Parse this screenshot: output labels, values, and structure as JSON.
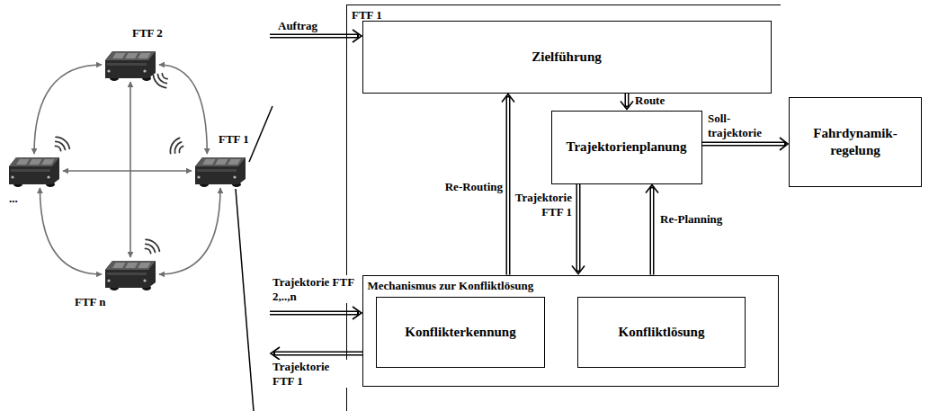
{
  "diagram": {
    "nodes": [
      {
        "text": [
          "FTF 2"
        ]
      },
      {
        "text": [
          "..."
        ]
      },
      {
        "text": [
          "FTF 1"
        ]
      },
      {
        "text": [
          "FTF n"
        ]
      },
      {
        "text": [
          "FTF 1"
        ]
      },
      {
        "text": [
          "Zielführung"
        ],
        "in": 4
      },
      {
        "text": [
          "Trajektorienplanung"
        ],
        "in": 4
      },
      {
        "text": [
          "Fahrdynamik- regelung"
        ]
      },
      {
        "text": [
          "Mechanismus zur Konfliktlösung"
        ],
        "in": 4
      },
      {
        "text": [
          "Konflikterkennung"
        ],
        "in": 8
      },
      {
        "text": [
          "Konfliktlösung"
        ],
        "in": 8
      }
    ],
    "edges": [
      {
        "from": 0,
        "to": 2,
        "arrow": "both"
      },
      {
        "from": 0,
        "to": 1,
        "arrow": "both"
      },
      {
        "from": 1,
        "to": 3,
        "arrow": "both"
      },
      {
        "from": 3,
        "to": 2,
        "arrow": "both"
      },
      {
        "from": 0,
        "to": 3,
        "arrow": "both"
      },
      {
        "from": 1,
        "to": 2,
        "arrow": "both"
      },
      {
        "from": 5,
        "to": 6,
        "label": "Route",
        "arrow": "to"
      },
      {
        "from": 6,
        "to": 7,
        "label": "Soll- trajektorie",
        "arrow": "to"
      },
      {
        "from": 6,
        "to": 8,
        "label": "Trajektorie FTF 1",
        "arrow": "to"
      },
      {
        "from": 8,
        "to": 6,
        "label": "Re-Planning",
        "arrow": "to"
      },
      {
        "from": 8,
        "to": 5,
        "label": "Re-Routing",
        "arrow": "to"
      }
    ],
    "labels": [
      "Auftrag",
      "Trajektorie FTF 2,..,n",
      "Trajektorie FTF 1"
    ]
  }
}
